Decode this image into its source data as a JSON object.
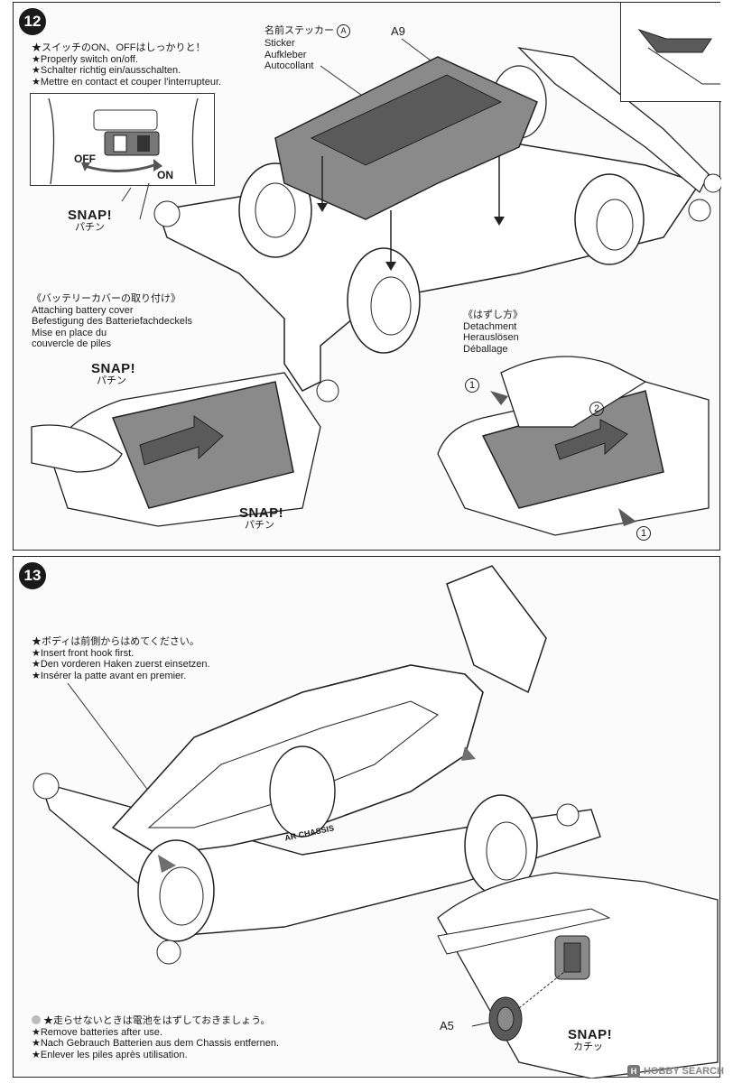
{
  "step12": {
    "number": "12",
    "switch_notes": [
      "★スイッチのON、OFFはしっかりと！",
      "★Properly switch on/off.",
      "★Schalter richtig ein/ausschalten.",
      "★Mettre en contact et couper l'interrupteur."
    ],
    "switch_off": "OFF",
    "switch_on": "ON",
    "sticker_labels": [
      "名前ステッカー",
      "Sticker",
      "Aufkleber",
      "Autocollant"
    ],
    "sticker_code": "A",
    "part_a9": "A9",
    "snap": "SNAP!",
    "snap_kana": "パチン",
    "attach_labels": [
      "《バッテリーカバーの取り付け》",
      "Attaching battery cover",
      "Befestigung des Batteriefachdeckels",
      "Mise en place du",
      "couvercle de piles"
    ],
    "detach_labels": [
      "《はずし方》",
      "Detachment",
      "Herauslösen",
      "Déballage"
    ],
    "marker_1": "1",
    "marker_2": "2"
  },
  "step13": {
    "number": "13",
    "body_notes": [
      "★ボディは前側からはめてください。",
      "★Insert front hook first.",
      "★Den vorderen Haken zuerst einsetzen.",
      "★Insérer la patte avant en premier."
    ],
    "chassis_logo": "AR CHASSIS",
    "part_a5": "A5",
    "snap": "SNAP!",
    "snap_kana": "カチッ",
    "battery_notes": [
      "★走らせないときは電池をはずしておきましょう。",
      "★Remove batteries after use.",
      "★Nach Gebrauch Batterien aus dem Chassis entfernen.",
      "★Enlever les piles après utilisation."
    ]
  },
  "watermark": "HOBBY SEARCH",
  "colors": {
    "ink": "#1a1a1a",
    "gray_part": "#8a8a8a",
    "dark_part": "#5a5a5a",
    "arrow_fill": "#6e6e6e",
    "paper": "#fbfbfb"
  }
}
